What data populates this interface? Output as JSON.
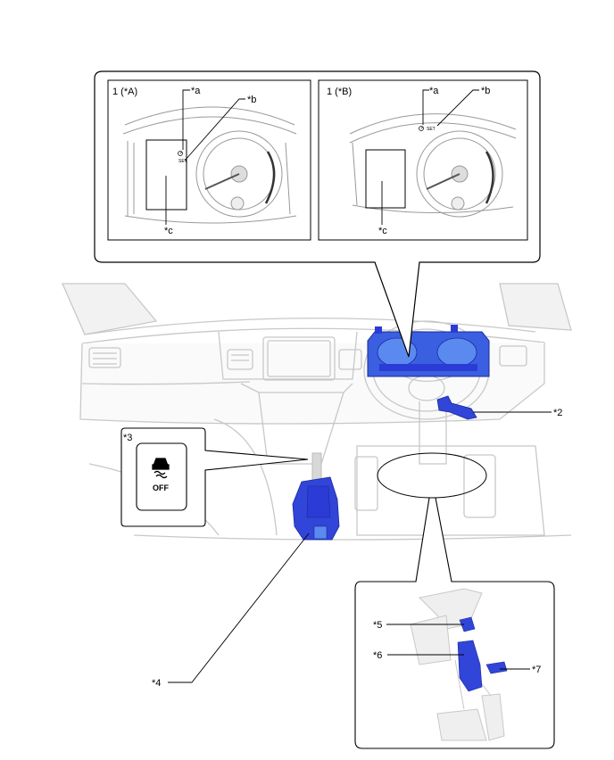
{
  "panel_a": {
    "title": "1 (*A)",
    "label_a": "*a",
    "label_b": "*b",
    "label_c": "*c",
    "indicator": "SET"
  },
  "panel_b": {
    "title": "1 (*B)",
    "label_a": "*a",
    "label_b": "*b",
    "label_c": "*c",
    "indicator": "SET"
  },
  "callouts": {
    "c2": "*2",
    "c3": "*3",
    "c3_switch_text": "OFF",
    "c4": "*4",
    "c5": "*5",
    "c6": "*6",
    "c7": "*7"
  },
  "colors": {
    "highlight": "#2b3bd6",
    "highlight_light": "#5a8af0",
    "line": "#000000",
    "ghost": "#c8c8c8"
  }
}
